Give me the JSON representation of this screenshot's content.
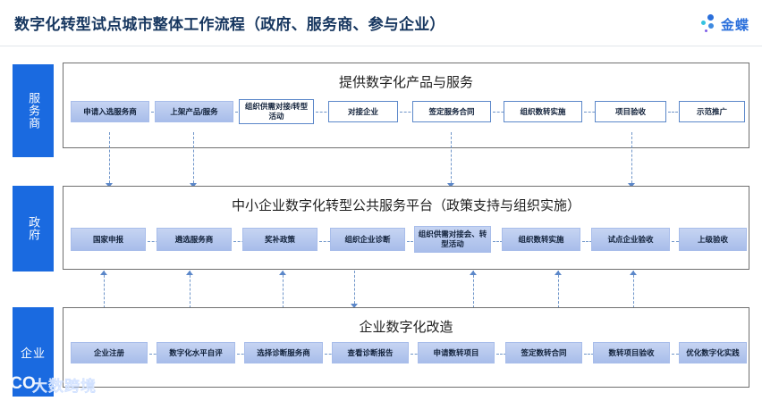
{
  "header": {
    "title": "数字化转型试点城市整体工作流程（政府、服务商、参与企业）",
    "brand_name": "金蝶",
    "brand_icon": "kingdee-dots-logo",
    "accent_color": "#1a6ae0",
    "title_color": "#16365f"
  },
  "watermark": {
    "mark": "ICO",
    "text": "大数跨境"
  },
  "lanes": [
    {
      "id": "service-provider",
      "label": "服务商",
      "label_orientation": "vertical",
      "title": "提供数字化产品与服务",
      "steps": [
        {
          "label": "申请入选服务商",
          "style": "filled"
        },
        {
          "label": "上架产品/服务",
          "style": "filled"
        },
        {
          "label": "组织供需对接/转型活动",
          "style": "outline"
        },
        {
          "label": "对接企业",
          "style": "outline"
        },
        {
          "label": "签定服务合同",
          "style": "outline"
        },
        {
          "label": "组织数转实施",
          "style": "outline"
        },
        {
          "label": "项目验收",
          "style": "outline"
        },
        {
          "label": "示范推广",
          "style": "outline"
        }
      ]
    },
    {
      "id": "government",
      "label": "政府",
      "label_orientation": "vertical",
      "title": "中小企业数字化转型公共服务平台（政策支持与组织实施）",
      "steps": [
        {
          "label": "国家申报",
          "style": "filled"
        },
        {
          "label": "遴选服务商",
          "style": "filled"
        },
        {
          "label": "奖补政策",
          "style": "filled"
        },
        {
          "label": "组织企业诊断",
          "style": "filled"
        },
        {
          "label": "组织供需对接会、转型活动",
          "style": "filled"
        },
        {
          "label": "组织数转实施",
          "style": "filled"
        },
        {
          "label": "试点企业验收",
          "style": "filled"
        },
        {
          "label": "上级验收",
          "style": "filled"
        }
      ]
    },
    {
      "id": "enterprise",
      "label": "企业",
      "label_orientation": "horizontal",
      "title": "企业数字化改造",
      "steps": [
        {
          "label": "企业注册",
          "style": "filled"
        },
        {
          "label": "数字化水平自评",
          "style": "filled"
        },
        {
          "label": "选择诊断服务商",
          "style": "filled"
        },
        {
          "label": "查看诊断报告",
          "style": "filled"
        },
        {
          "label": "申请数转项目",
          "style": "filled"
        },
        {
          "label": "签定数转合同",
          "style": "filled"
        },
        {
          "label": "数转项目验收",
          "style": "filled"
        },
        {
          "label": "优化数字化实践",
          "style": "filled"
        }
      ]
    }
  ],
  "cross_lane_arrows": {
    "service_to_government": {
      "direction": "down",
      "count": 4
    },
    "enterprise_to_government": {
      "direction": "up",
      "count": 6
    },
    "government_to_enterprise": {
      "direction": "down",
      "count": 1
    }
  }
}
